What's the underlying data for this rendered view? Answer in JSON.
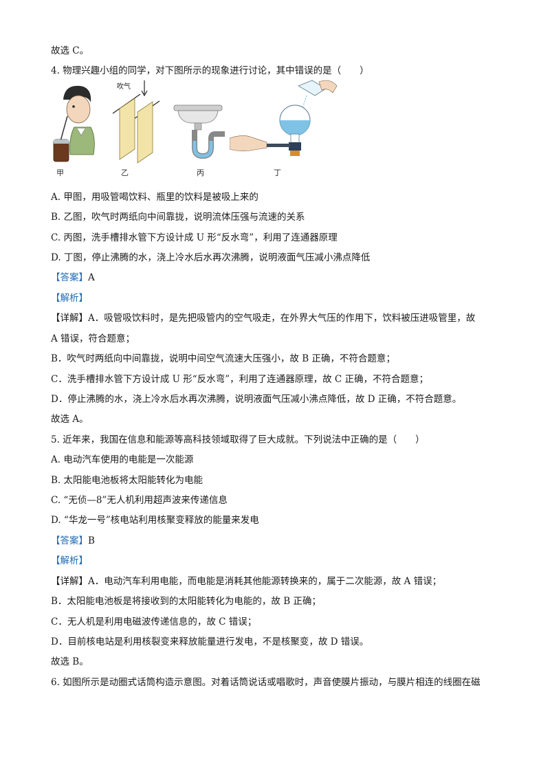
{
  "lines": {
    "l1": "故选 C。",
    "q4": "4. 物理兴趣小组的同学，对下图所示的现象进行讨论，其中错误的是（　　）",
    "q4a": "A. 甲图，用吸管喝饮料、瓶里的饮料是被吸上来的",
    "q4b": "B. 乙图，吹气时两纸向中间靠拢，说明流体压强与流速的关系",
    "q4c": "C. 丙图，洗手槽排水管下方设计成 U 形“反水弯”，利用了连通器原理",
    "q4d": "D. 丁图，停止沸腾的水，浇上冷水后水再次沸腾，说明液面气压减小沸点降低",
    "ans4_tag": "【答案】",
    "ans4_val": "A",
    "ana4_tag": "【解析】",
    "det4_tag": "【详解】",
    "det4_1": "A．吸管吸饮料时，是先把吸管内的空气吸走，在外界大气压的作用下，饮料被压进吸管里，故",
    "det4_2": "A 错误，符合题意；",
    "det4_3": "B．吹气时两纸向中间靠拢，说明中间空气流速大压强小，故 B 正确，不符合题意；",
    "det4_4": "C．洗手槽排水管下方设计成 U 形“反水弯”，利用了连通器原理，故 C 正确，不符合题意；",
    "det4_5": "D．停止沸腾的水，浇上冷水后水再次沸腾，说明液面气压减小沸点降低，故 D 正确，不符合题意。",
    "con4": "故选 A。",
    "q5": "5. 近年来，我国在信息和能源等高科技领域取得了巨大成就。下列说法中正确的是（　　）",
    "q5a": "A. 电动汽车使用的电能是一次能源",
    "q5b": "B. 太阳能电池板将太阳能转化为电能",
    "q5c": "C. “无侦—8”无人机利用超声波来传递信息",
    "q5d": "D. “华龙一号”核电站利用核聚变释放的能量来发电",
    "ans5_tag": "【答案】",
    "ans5_val": "B",
    "ana5_tag": "【解析】",
    "det5_tag": "【详解】",
    "det5_1": "A．电动汽车利用电能，而电能是消耗其他能源转换来的，属于二次能源，故 A 错误；",
    "det5_2": "B．太阳能电池板是将接收到的太阳能转化为电能的，故 B 正确；",
    "det5_3": "C．无人机是利用电磁波传递信息的，故 C 错误；",
    "det5_4": "D．目前核电站是利用核裂变来释放能量进行发电，不是核聚变，故 D 错误。",
    "con5": "故选 B。",
    "q6": "6. 如图所示是动圈式话筒构造示意图。对着话筒说话或唱歌时，声音使膜片振动，与膜片相连的线圈在磁"
  },
  "figure": {
    "blow_label": "吹气",
    "captions": [
      "甲",
      "乙",
      "丙",
      "丁"
    ]
  }
}
